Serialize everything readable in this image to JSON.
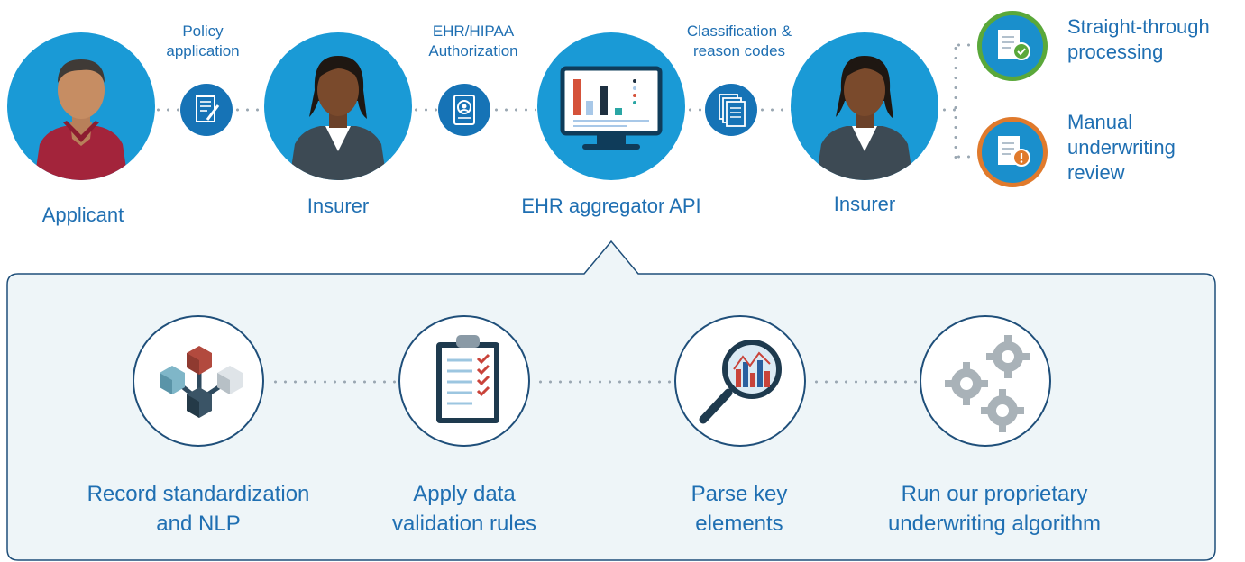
{
  "top_flow": {
    "actors": [
      {
        "label": "Applicant"
      },
      {
        "label": "Insurer"
      },
      {
        "label": "EHR aggregator API"
      },
      {
        "label": "Insurer"
      }
    ],
    "connectors": [
      {
        "label_line1": "Policy",
        "label_line2": "application",
        "icon": "document-pen-icon"
      },
      {
        "label_line1": "EHR/HIPAA",
        "label_line2": "Authorization",
        "icon": "id-document-icon"
      },
      {
        "label_line1": "Classification &",
        "label_line2": "reason codes",
        "icon": "stacked-documents-icon"
      }
    ],
    "outcomes": [
      {
        "line1": "Straight-through",
        "line2": "processing",
        "line3": "",
        "icon": "document-check-icon",
        "ring_color": "#5aa83a"
      },
      {
        "line1": "Manual",
        "line2": "underwriting",
        "line3": "review",
        "icon": "document-alert-icon",
        "ring_color": "#e07a2c"
      }
    ]
  },
  "detail_panel": {
    "steps": [
      {
        "line1": "Record standardization",
        "line2": "and NLP",
        "icon": "cubes-network-icon"
      },
      {
        "line1": "Apply data",
        "line2": "validation rules",
        "icon": "clipboard-checklist-icon"
      },
      {
        "line1": "Parse key",
        "line2": "elements",
        "icon": "magnifier-chart-icon"
      },
      {
        "line1": "Run our proprietary",
        "line2": "underwriting algorithm",
        "icon": "gears-icon"
      }
    ]
  },
  "colors": {
    "primary_blue": "#1a9ad6",
    "dark_blue": "#1673b6",
    "text_blue": "#1f6fb2",
    "panel_bg": "#eef5f8",
    "panel_border": "#1f4f7a"
  }
}
